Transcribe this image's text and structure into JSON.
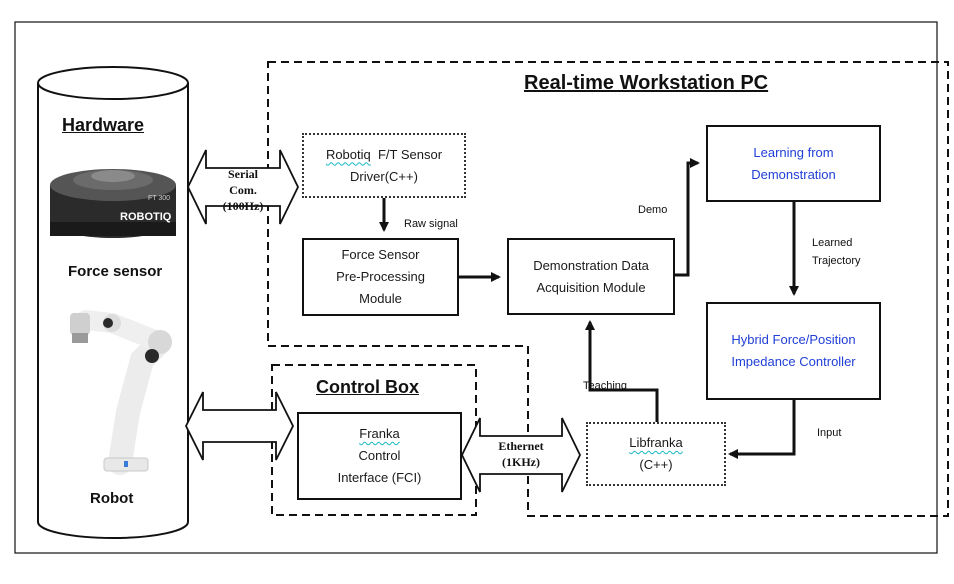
{
  "titles": {
    "workstation": "Real-time Workstation PC",
    "hardware": "Hardware",
    "control_box": "Control Box"
  },
  "hardware": {
    "force_sensor_label": "Force sensor",
    "robot_label": "Robot",
    "sensor_logo_text": "ROBOTIQ",
    "sensor_model_text": "FT 300"
  },
  "links": {
    "serial": [
      "Serial",
      "Com.",
      "(100Hz)"
    ],
    "ethernet": [
      "Ethernet",
      "(1KHz)"
    ]
  },
  "nodes": {
    "driver": {
      "name": "Robotiq",
      "rest": "F/T Sensor",
      "line2": "Driver(C++)"
    },
    "preprocess": [
      "Force Sensor",
      "Pre-Processing",
      "Module"
    ],
    "acquisition": [
      "Demonstration Data",
      "Acquisition Module"
    ],
    "lfd": [
      "Learning from",
      "Demonstration"
    ],
    "controller": [
      "Hybrid Force/Position",
      "Impedance Controller"
    ],
    "libfranka": {
      "name": "Libfranka",
      "line2": "(C++)"
    },
    "fci": {
      "name": "Franka",
      "line2": "Control",
      "line3": "Interface (FCI)"
    }
  },
  "edge_labels": {
    "raw_signal": "Raw signal",
    "demo": "Demo",
    "learned": [
      "Learned",
      "Trajectory"
    ],
    "input": "Input",
    "teaching": "Teaching"
  },
  "colors": {
    "blue_text": "#1f3fd6",
    "spell_underline": "#19b8c4",
    "line": "#111111"
  }
}
